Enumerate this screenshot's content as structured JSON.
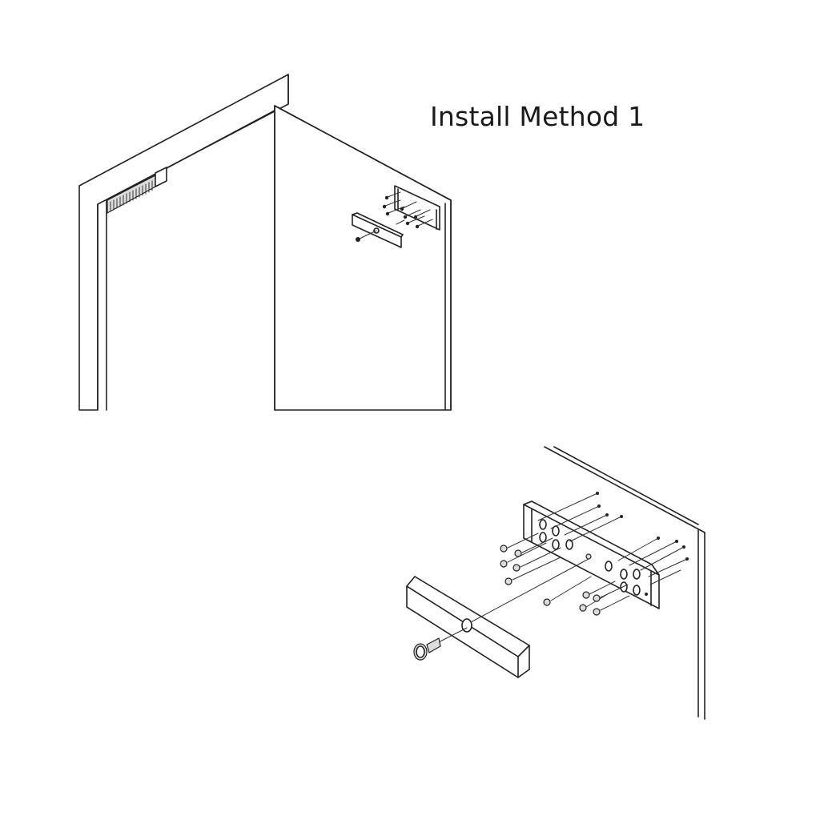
{
  "title": "Install Method 1",
  "colors": {
    "line": "#222222",
    "background": "#ffffff",
    "shade": "#dcdcdc"
  },
  "icons": [
    "screw-icon",
    "mounting-plate",
    "armature-plate"
  ]
}
